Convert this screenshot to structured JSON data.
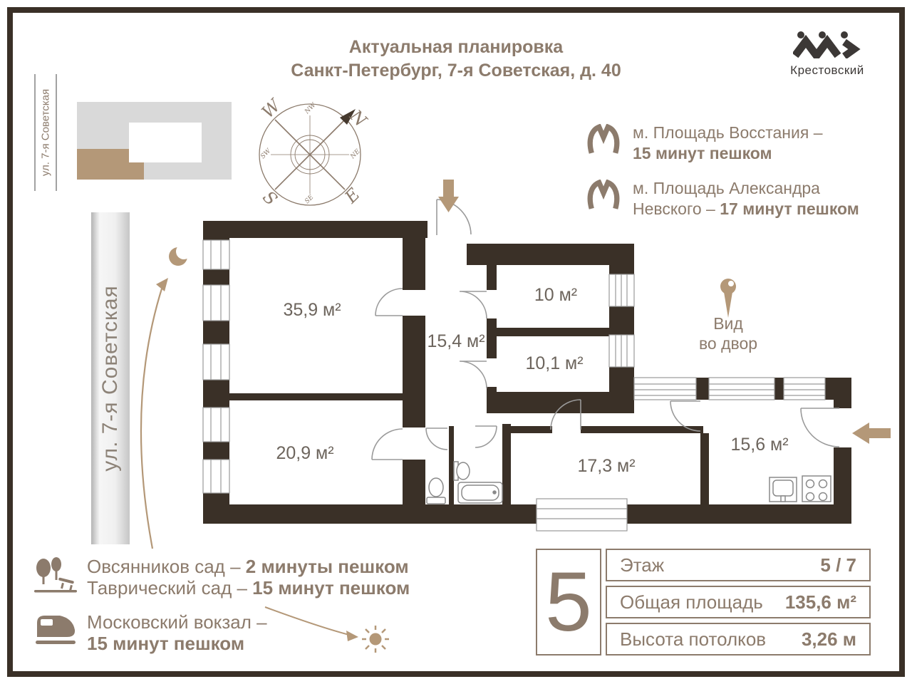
{
  "title": {
    "line1": "Актуальная планировка",
    "line2": "Санкт-Петербург, 7-я Советская, д. 40"
  },
  "logo": {
    "text": "Крестовский"
  },
  "metro": {
    "station1": {
      "line1": "м. Площадь Восстания –",
      "line2_bold": "15 минут пешком"
    },
    "station2": {
      "line1": "м. Площадь Александра",
      "line2": "Невского – ",
      "line2_bold": "17 минут пешком"
    }
  },
  "streets": {
    "small": "ул. 7-я Советская",
    "big": "ул. 7-я Советская"
  },
  "plan": {
    "rooms": [
      {
        "name": "room-35-9",
        "area": "35,9 м²"
      },
      {
        "name": "room-20-9",
        "area": "20,9 м²"
      },
      {
        "name": "hallway-15-4",
        "area": "15,4 м²"
      },
      {
        "name": "room-10",
        "area": "10 м²"
      },
      {
        "name": "room-10-1",
        "area": "10,1 м²"
      },
      {
        "name": "room-17-3",
        "area": "17,3 м²"
      },
      {
        "name": "kitchen-15-6",
        "area": "15,6 м²"
      }
    ],
    "view": {
      "line1": "Вид",
      "line2": "во двор"
    }
  },
  "compass": {
    "w": "W",
    "n": "N",
    "s": "S",
    "e": "E",
    "nw": "NW",
    "ne": "NE",
    "sw": "SW",
    "se": "SE"
  },
  "amenities": {
    "park1": {
      "name": "Овсянников сад – ",
      "bold": "2 минуты пешком"
    },
    "park2": {
      "name": "Таврический сад – ",
      "bold": "15 минут пешком"
    },
    "station": {
      "line1": "Московский вокзал –",
      "line2_bold": "15 минут пешком"
    }
  },
  "specs": {
    "floor_number": "5",
    "rows": [
      {
        "label": "Этаж",
        "value": "5 / 7"
      },
      {
        "label": "Общая площадь",
        "value": "135,6 м²"
      },
      {
        "label": "Высота потолков",
        "value": "3,26 м"
      }
    ]
  },
  "colors": {
    "wall": "#3a3027",
    "accent": "#b49878",
    "text": "#8c7b6c",
    "room_label": "#6d655d"
  }
}
